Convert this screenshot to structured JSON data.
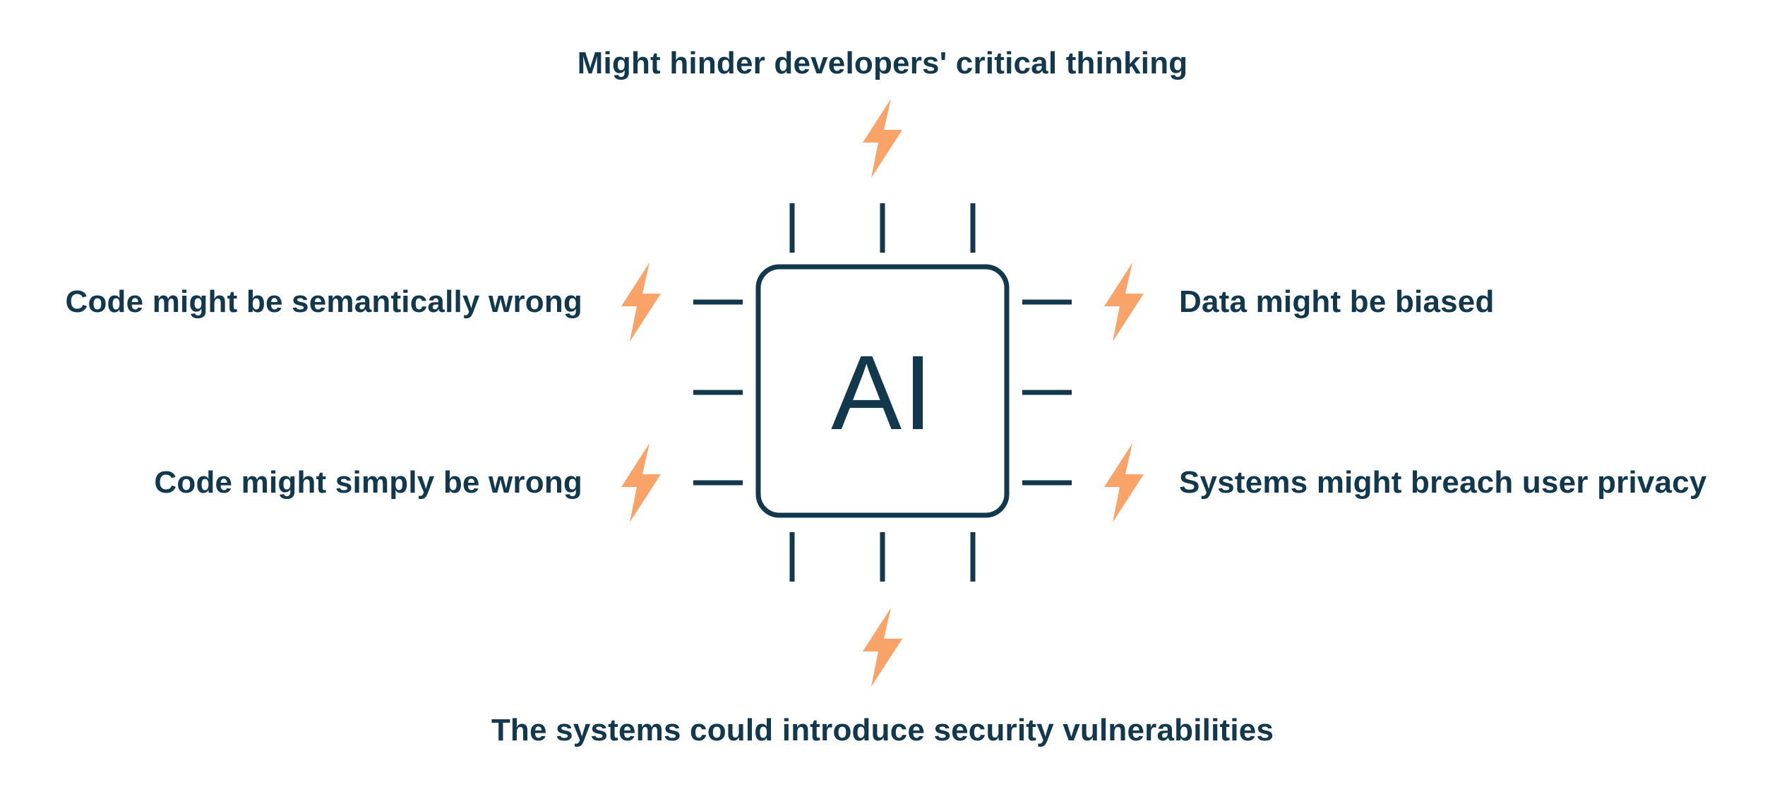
{
  "diagram_title": "AI coding risks diagram",
  "colors": {
    "navy": "#12384d",
    "orange": "#f9a369",
    "background": "#ffffff"
  },
  "chip": {
    "label": "AI"
  },
  "icons": {
    "center": "ai-chip-icon",
    "risk_marker": "lightning-bolt-icon"
  },
  "risks": {
    "top": "Might hinder developers' critical thinking",
    "left_top": "Code might be semantically wrong",
    "left_bottom": "Code might simply be wrong",
    "right_top": "Data might be biased",
    "right_bottom": "Systems might breach user privacy",
    "bottom": "The systems could introduce security vulnerabilities"
  }
}
